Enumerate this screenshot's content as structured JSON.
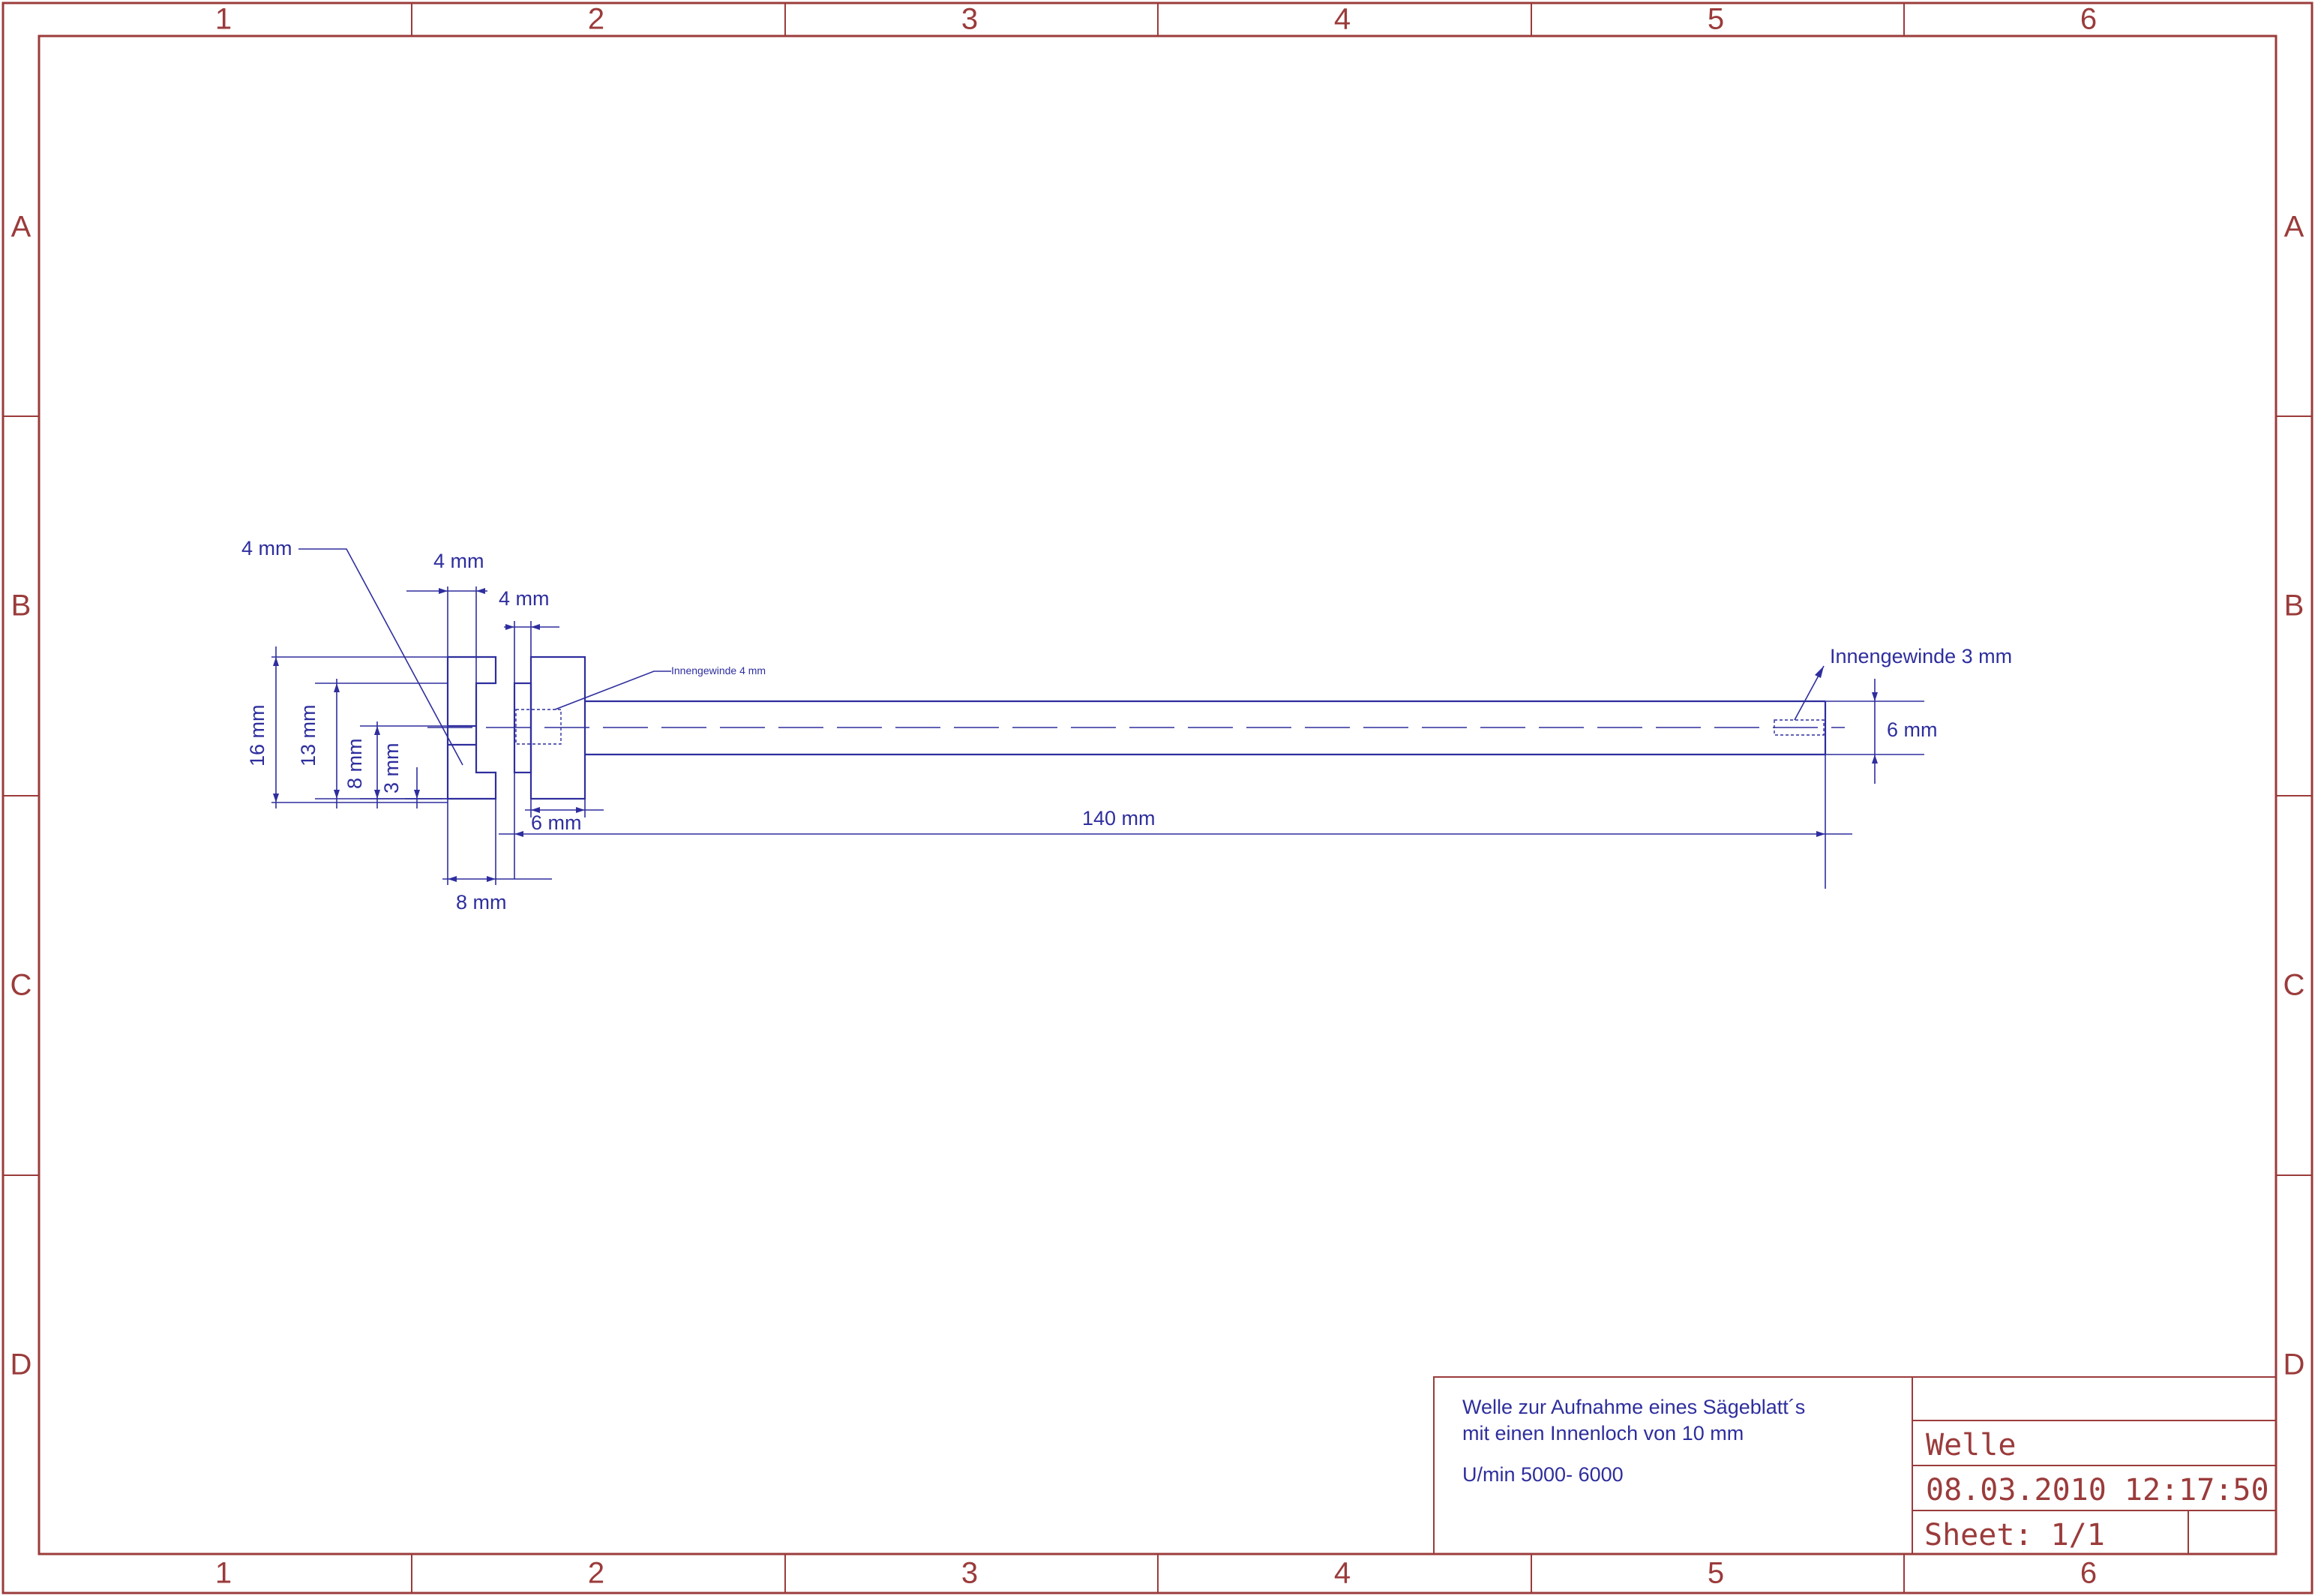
{
  "border": {
    "columns": [
      "1",
      "2",
      "3",
      "4",
      "5",
      "6"
    ],
    "rows": [
      "A",
      "B",
      "C",
      "D"
    ]
  },
  "dimensions": {
    "top_leader_left": "4 mm",
    "top_width_1": "4 mm",
    "top_width_2": "4 mm",
    "height_16": "16 mm",
    "height_13": "13 mm",
    "height_8": "8 mm",
    "height_3": "3 mm",
    "bottom_6": "6 mm",
    "bottom_8": "8 mm",
    "length_140": "140 mm",
    "diameter_6": "6 mm"
  },
  "notes": {
    "thread_small": "Innengewinde 4 mm",
    "thread_right": "Innengewinde 3 mm"
  },
  "title_block": {
    "description_line1": "Welle zur Aufnahme eines Sägeblatt´s",
    "description_line2": "mit einen Innenloch von 10 mm",
    "description_line3": "U/min 5000- 6000",
    "part_name": "Welle",
    "date_time": "08.03.2010 12:17:50",
    "sheet": "Sheet: 1/1"
  }
}
